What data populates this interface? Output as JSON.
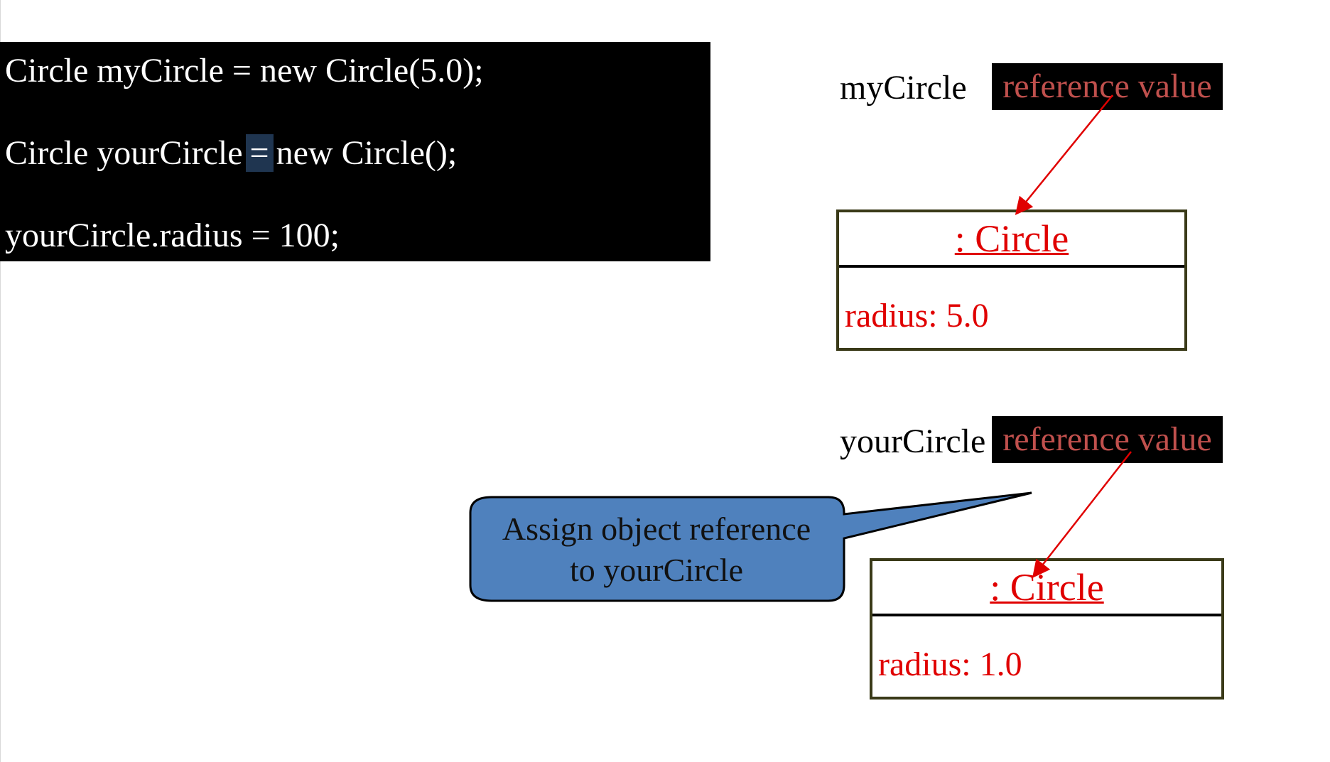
{
  "code": {
    "line1": "Circle myCircle = new Circle(5.0);",
    "line2_before": "Circle yourCircle",
    "line2_highlight": "=",
    "line2_after": "new Circle();",
    "line3": "yourCircle.radius = 100;"
  },
  "myCircle": {
    "label": "myCircle",
    "reference": "reference value",
    "object": {
      "title": ": Circle",
      "field": "radius: 5.0"
    }
  },
  "yourCircle": {
    "label": "yourCircle",
    "reference": "reference value",
    "object": {
      "title": ": Circle",
      "field": "radius: 1.0"
    }
  },
  "callout": {
    "line1": "Assign object reference",
    "line2": "to yourCircle"
  },
  "colors": {
    "code_bg": "#000000",
    "code_text": "#ffffff",
    "highlight": "#1f3550",
    "reference_text": "#c0504d",
    "object_text": "#e00000",
    "arrow": "#e00000",
    "callout_fill": "#4f81bd",
    "object_border": "#3a3a18"
  }
}
